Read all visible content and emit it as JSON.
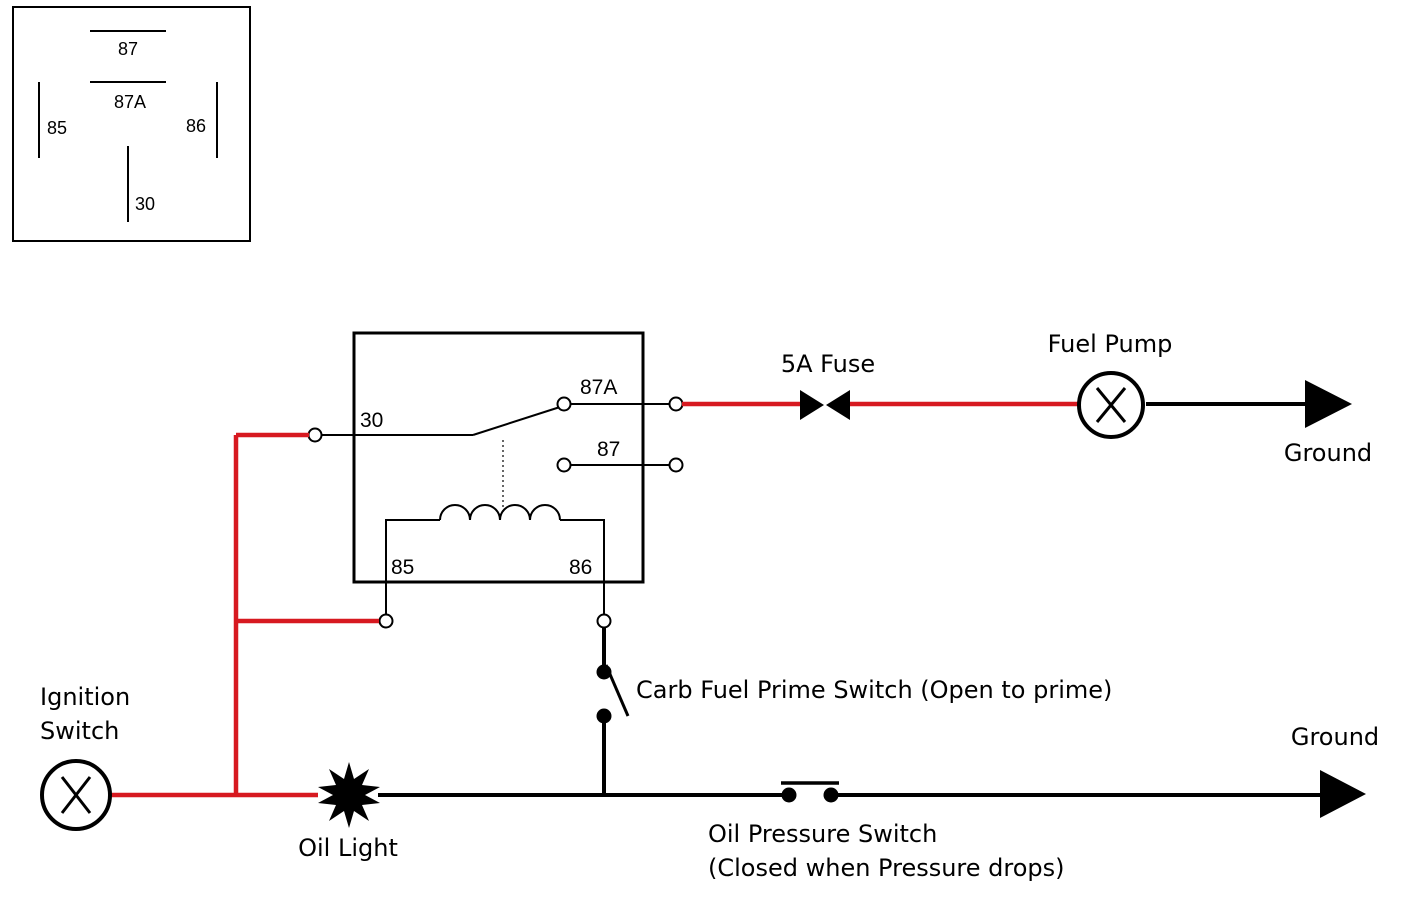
{
  "legend": {
    "pins": [
      "87",
      "87A",
      "85",
      "86",
      "30"
    ]
  },
  "relay": {
    "pin_30": "30",
    "pin_87a": "87A",
    "pin_87": "87",
    "pin_85": "85",
    "pin_86": "86"
  },
  "labels": {
    "fuse": "5A Fuse",
    "fuel_pump": "Fuel Pump",
    "ground_top": "Ground",
    "ground_bottom": "Ground",
    "ignition_line1": "Ignition",
    "ignition_line2": "Switch",
    "prime_switch": "Carb Fuel Prime Switch (Open to prime)",
    "oil_light": "Oil Light",
    "oil_pressure_line1": "Oil Pressure Switch",
    "oil_pressure_line2": "(Closed when Pressure drops)"
  },
  "colors": {
    "hot_wire": "#d71920",
    "ground_wire": "#000000"
  }
}
